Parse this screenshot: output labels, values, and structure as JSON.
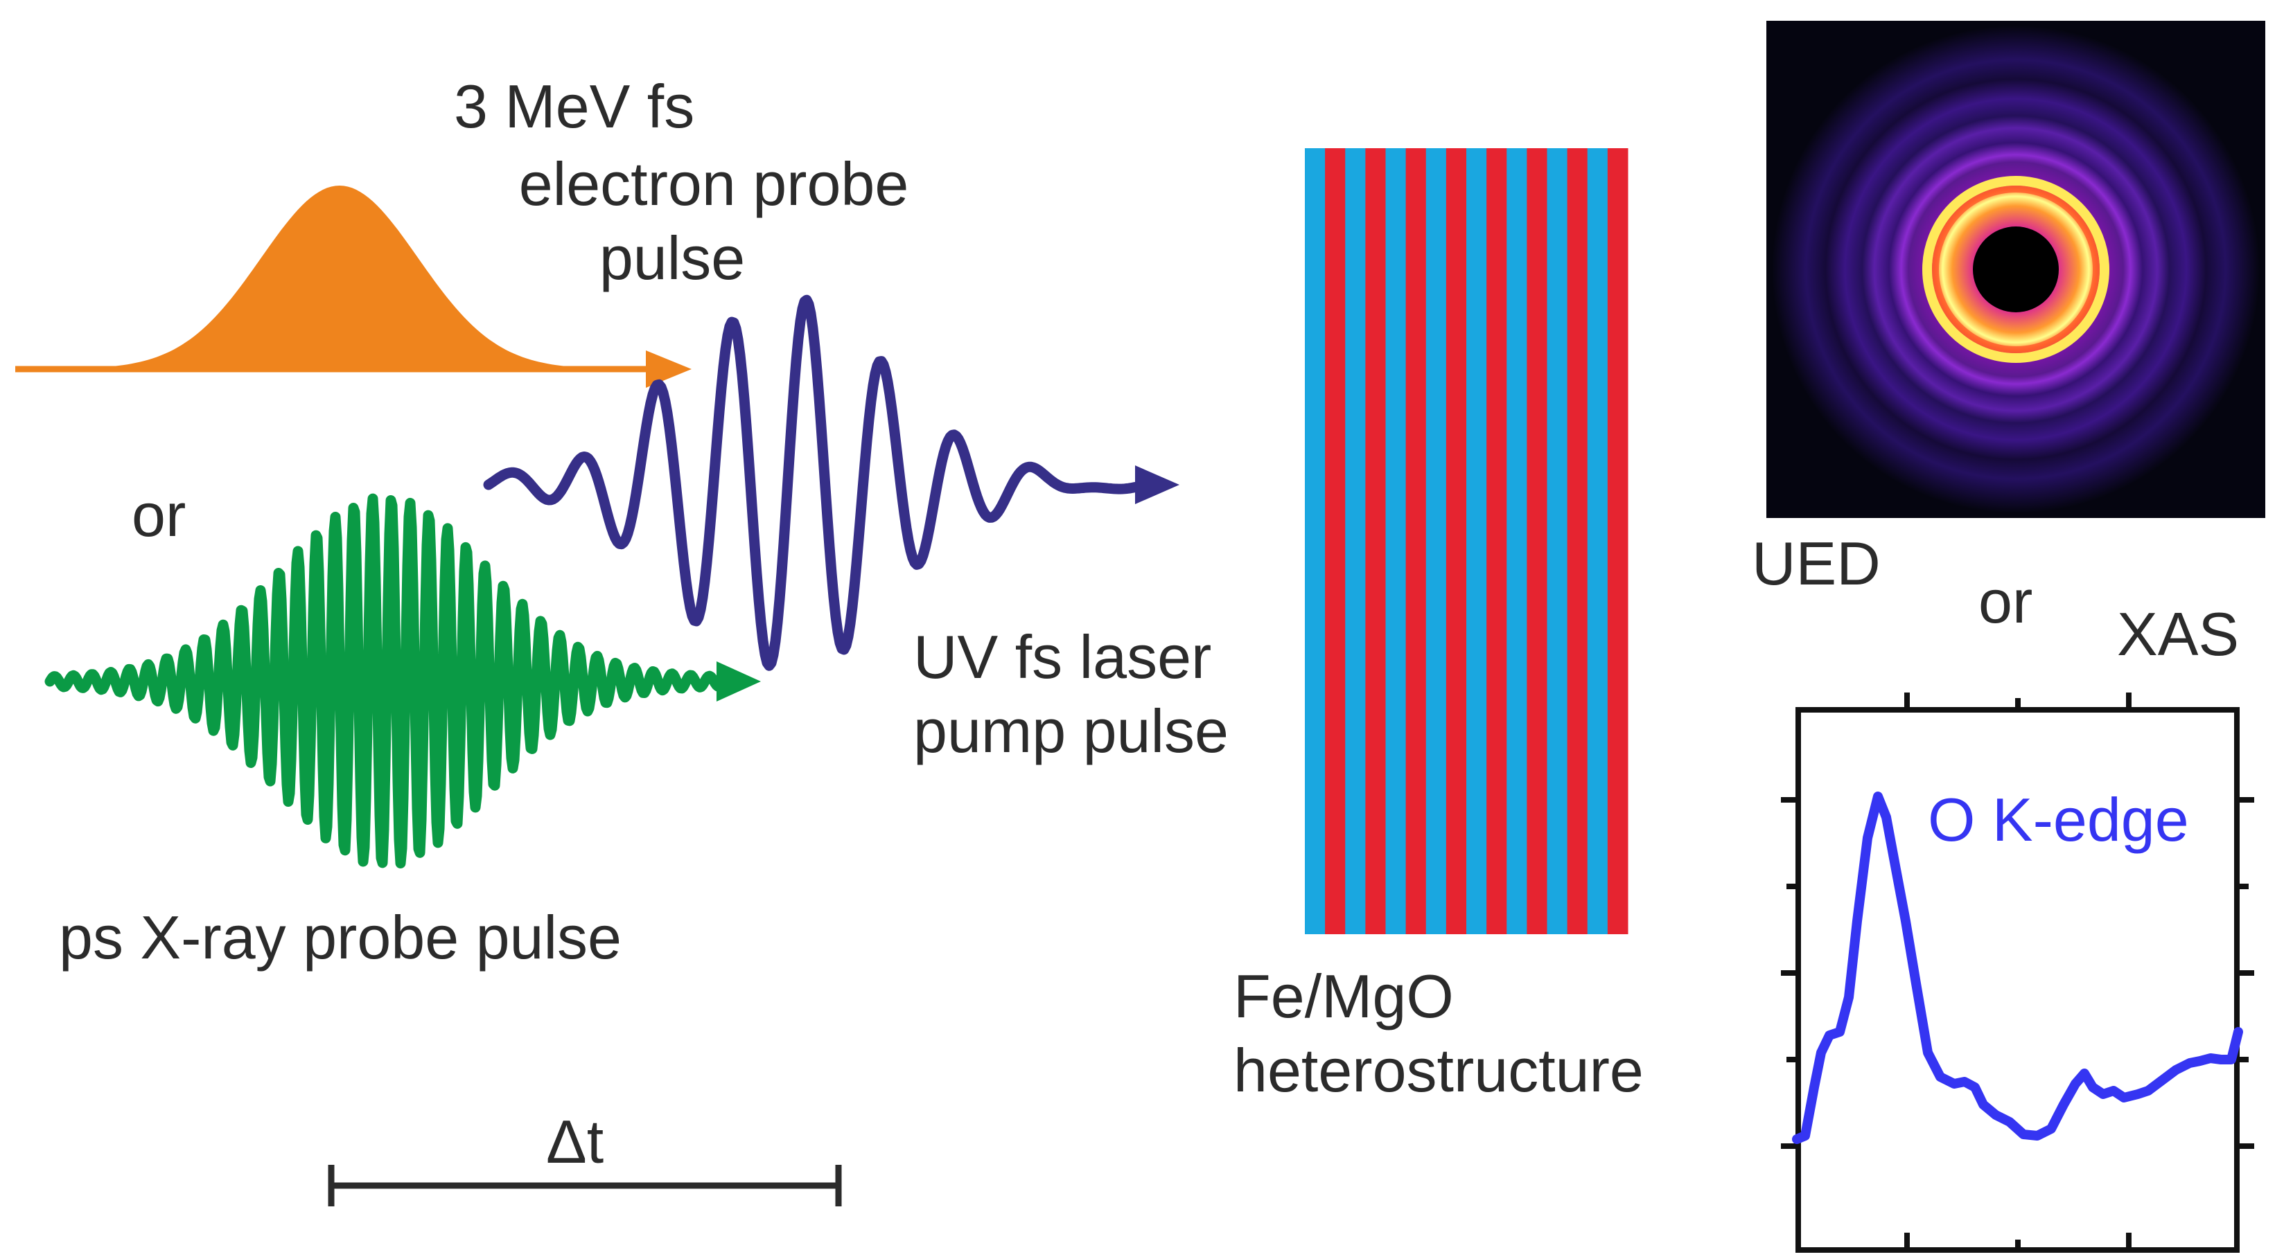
{
  "electron_probe": {
    "line1": "3 MeV fs",
    "line2": "electron probe",
    "line3": "pulse",
    "color": "#ef841d"
  },
  "or_left": "or",
  "xray_probe": {
    "label": "ps X-ray probe pulse",
    "color": "#0a9a45"
  },
  "uv_pump": {
    "line1": "UV fs laser",
    "line2": "pump pulse",
    "color": "#362f88"
  },
  "sample": {
    "line1": "Fe/MgO",
    "line2": "heterostructure",
    "stripe_colors": [
      "#1aa7e0",
      "#e62430"
    ],
    "stripe_pairs": 8
  },
  "delay_label": "Δt",
  "ued": {
    "label": "UED",
    "background": "#050510"
  },
  "or_right": "or",
  "xas": {
    "label": "XAS",
    "edge_label": "O K-edge",
    "line_color": "#3535f2"
  }
}
